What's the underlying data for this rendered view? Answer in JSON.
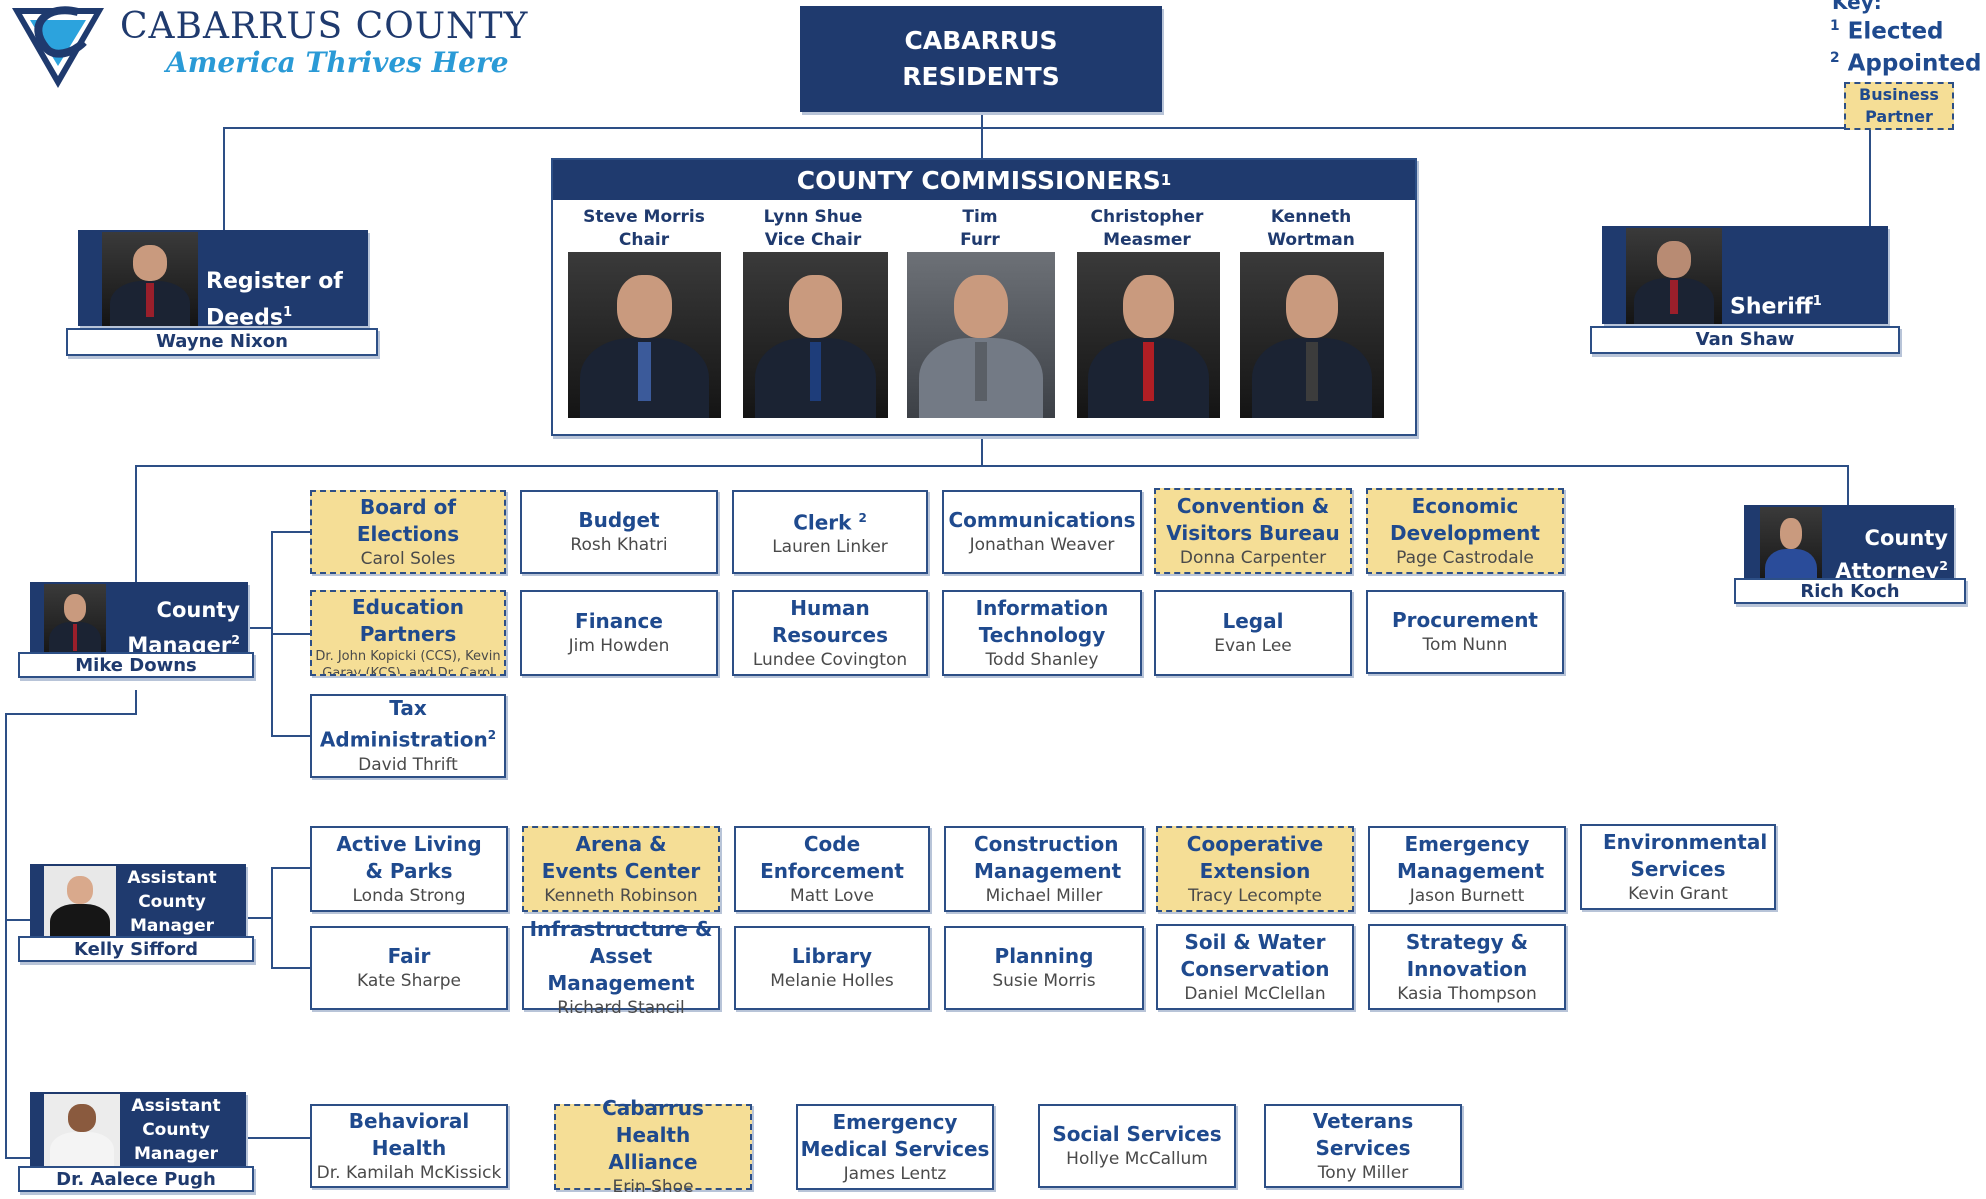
{
  "logo": {
    "org": "CABARRUS COUNTY",
    "tagline": "America Thrives Here"
  },
  "key": {
    "title": "Key:",
    "elected_sup": "1",
    "elected": "Elected",
    "appointed_sup": "2",
    "appointed": "Appointed",
    "partner": "Business Partner"
  },
  "residents": {
    "line1": "CABARRUS",
    "line2": "RESIDENTS"
  },
  "commissioners": {
    "title": "COUNTY COMMISSIONERS",
    "title_sup": "1",
    "members": [
      {
        "name": "Steve Morris",
        "role": "Chair"
      },
      {
        "name": "Lynn Shue",
        "role": "Vice Chair"
      },
      {
        "name": "Tim",
        "role": "Furr"
      },
      {
        "name": "Christopher",
        "role": "Measmer"
      },
      {
        "name": "Kenneth",
        "role": "Wortman"
      }
    ]
  },
  "register": {
    "title1": "Register of",
    "title2": "Deeds",
    "sup": "1",
    "name": "Wayne Nixon"
  },
  "sheriff": {
    "title": "Sheriff",
    "sup": "1",
    "name": "Van Shaw"
  },
  "attorney": {
    "title1": "County",
    "title2": "Attorney",
    "sup": "2",
    "name": "Rich Koch"
  },
  "county_manager": {
    "title1": "County",
    "title2": "Manager",
    "sup": "2",
    "name": "Mike Downs"
  },
  "acm1": {
    "line1": "Assistant",
    "line2": "County",
    "line3": "Manager",
    "name": "Kelly Sifford"
  },
  "acm2": {
    "line1": "Assistant",
    "line2": "County",
    "line3": "Manager",
    "name": "Dr. Aalece Pugh"
  },
  "depts": {
    "elections": {
      "title": "Board of Elections",
      "person": "Carol Soles"
    },
    "budget": {
      "title": "Budget",
      "person": "Rosh Khatri"
    },
    "clerk": {
      "title": "Clerk",
      "sup": "2",
      "person": "Lauren Linker"
    },
    "communications": {
      "title": "Communications",
      "person": "Jonathan Weaver"
    },
    "cvb": {
      "title": "Convention & Visitors Bureau",
      "person": "Donna Carpenter"
    },
    "econ": {
      "title": "Economic Development",
      "person": "Page Castrodale"
    },
    "education": {
      "title": "Education Partners",
      "person": "Dr. John Kopicki (CCS), Kevin Garay (KCS), and Dr. Carol Spalding (RCCC)"
    },
    "finance": {
      "title": "Finance",
      "person": "Jim Howden"
    },
    "hr": {
      "title": "Human Resources",
      "person": "Lundee Covington"
    },
    "it": {
      "title": "Information Technology",
      "person": "Todd Shanley"
    },
    "legal": {
      "title": "Legal",
      "person": "Evan Lee"
    },
    "procurement": {
      "title": "Procurement",
      "person": "Tom Nunn"
    },
    "tax": {
      "title": "Tax Administration",
      "sup": "2",
      "person": "David Thrift"
    },
    "parks": {
      "title": "Active Living & Parks",
      "person": "Londa Strong"
    },
    "arena": {
      "title": "Arena & Events Center",
      "person": "Kenneth Robinson"
    },
    "code": {
      "title": "Code Enforcement",
      "person": "Matt Love"
    },
    "construction": {
      "title": "Construction Management",
      "person": "Michael Miller"
    },
    "coop": {
      "title": "Cooperative Extension",
      "person": "Tracy Lecompte"
    },
    "emergency": {
      "title": "Emergency Management",
      "person": "Jason Burnett"
    },
    "environmental": {
      "title": "Environmental Services",
      "person": "Kevin Grant"
    },
    "fair": {
      "title": "Fair",
      "person": "Kate Sharpe"
    },
    "infrastructure": {
      "title": "Infrastructure & Asset Management",
      "person": "Richard Stancil"
    },
    "library": {
      "title": "Library",
      "person": "Melanie Holles"
    },
    "planning": {
      "title": "Planning",
      "person": "Susie Morris"
    },
    "soil": {
      "title": "Soil & Water Conservation",
      "person": "Daniel McClellan"
    },
    "strategy": {
      "title": "Strategy & Innovation",
      "person": "Kasia Thompson"
    },
    "behavioral": {
      "title": "Behavioral Health",
      "person": "Dr. Kamilah McKissick"
    },
    "health": {
      "title": "Cabarrus Health Alliance",
      "person": "Erin Shoe"
    },
    "ems": {
      "title": "Emergency Medical Services",
      "person": "James Lentz"
    },
    "social": {
      "title": "Social Services",
      "person": "Hollye McCallum"
    },
    "veterans": {
      "title": "Veterans Services",
      "person": "Tony Miller"
    }
  }
}
